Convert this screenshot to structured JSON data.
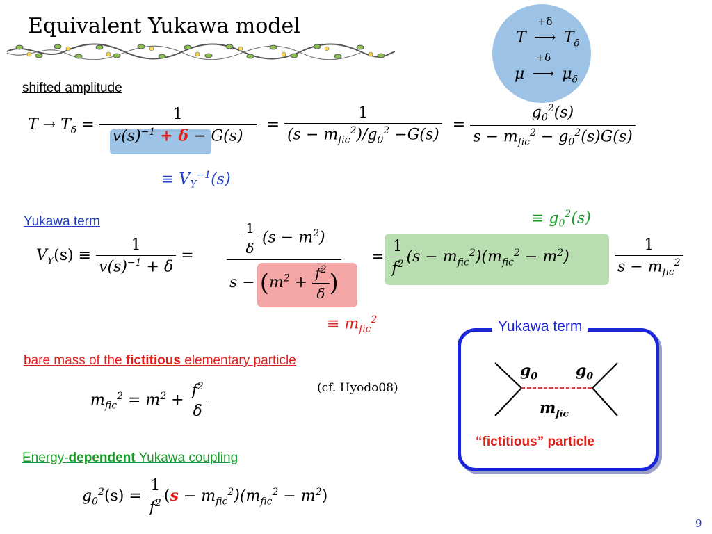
{
  "slide": {
    "title": "Equivalent Yukawa model",
    "page_number": "9"
  },
  "circle": {
    "line1_lhs": "T",
    "line1_over": "+δ",
    "line1_rhs": "T",
    "line2_lhs": "μ",
    "line2_over": "+δ",
    "line2_rhs": "μ",
    "subscript": "δ"
  },
  "section_shifted": {
    "label": "shifted amplitude",
    "lhs": "T → T",
    "lhs_sub": "δ",
    "eq": "=",
    "f1_num": "1",
    "f1_den_a": "v(s)",
    "f1_den_a_sup": "−1",
    "f1_den_b": "+ δ",
    "f1_den_c": "− G(s)",
    "f2_num": "1",
    "f2_den": "(s − m",
    "f2_den_sub": "fic",
    "f2_den_sup": "2",
    "f2_den_rest": ")/g",
    "f2_den_rest_sub": "0",
    "f2_den_rest_sup": "2",
    "f2_den_tail": " −G(s)",
    "f3_num": "g",
    "f3_num_sub": "0",
    "f3_num_sup": "2",
    "f3_num_tail": "(s)",
    "f3_den": "s − m",
    "f3_den_sub": "fic",
    "f3_den_sup": "2",
    "f3_den_mid": " − g",
    "f3_den_mid_sub": "0",
    "f3_den_mid_sup": "2",
    "f3_den_tail": "(s)G(s)",
    "vy_note": "≡ V",
    "vy_note_sub": "Y",
    "vy_note_sup": "−1",
    "vy_note_tail": "(s)"
  },
  "section_yukawa": {
    "label": "Yukawa term",
    "lhs": "V",
    "lhs_sub": "Y",
    "lhs_tail": "(s) ≡",
    "f1_num": "1",
    "f1_den": "v(s)",
    "f1_den_sup": "−1",
    "f1_den_tail": " + δ",
    "eq": "=",
    "f2_num_a": "1",
    "f2_num_b": "δ",
    "f2_num_tail": "(s − m",
    "f2_num_sup": "2",
    "f2_num_end": ")",
    "f2_den_a": "s −",
    "f2_den_m": "m",
    "f2_den_m_sup": "2",
    "f2_den_plus": " +",
    "f2_den_f": "f",
    "f2_den_f_sup": "2",
    "f2_den_d": "δ",
    "g0_note": "≡ g",
    "g0_note_sub": "0",
    "g0_note_sup": "2",
    "g0_note_tail": "(s)",
    "green_num": "1",
    "green_den": "f",
    "green_den_sup": "2",
    "green_tail": "(s − m",
    "green_sub": "fic",
    "green_sup": "2",
    "green_mid": ")(m",
    "green_mid_sub": "fic",
    "green_mid_sup": "2",
    "green_end": " − m",
    "green_end_sup": "2",
    "green_close": ")",
    "last_num": "1",
    "last_den": "s − m",
    "last_den_sub": "fic",
    "last_den_sup": "2",
    "mfic_note": "≡ m",
    "mfic_note_sub": "fic",
    "mfic_note_sup": "2"
  },
  "section_bare": {
    "label_a": "bare mass of the ",
    "label_b": "fictitious",
    "label_c": " elementary particle",
    "lhs": "m",
    "lhs_sub": "fic",
    "lhs_sup": "2",
    "rhs": " = m",
    "rhs_sup": "2",
    "plus": " +",
    "f_num": "f",
    "f_num_sup": "2",
    "f_den": "δ",
    "cite": "(cf. Hyodo08)"
  },
  "section_energy": {
    "label_a": "Energy-",
    "label_b": "dependent",
    "label_c": " Yukawa coupling",
    "lhs": "g",
    "lhs_sub": "0",
    "lhs_sup": "2",
    "lhs_tail": "(s) =",
    "f_num": "1",
    "f_den": "f",
    "f_den_sup": "2",
    "open": "(",
    "s_red": "s",
    "mid": " − m",
    "mid_sub": "fic",
    "mid_sup": "2",
    "mid2": ")(m",
    "mid2_sub": "fic",
    "mid2_sup": "2",
    "end": " − m",
    "end_sup": "2",
    "close": ")"
  },
  "diagram_box": {
    "title": "Yukawa term",
    "g_left": "g",
    "g_left_sub": "0",
    "g_right": "g",
    "g_right_sub": "0",
    "m": "m",
    "m_sub": "fic",
    "caption": "“fictitious” particle"
  },
  "colors": {
    "blue_label": "#1f3fbf",
    "red_label": "#e0201b",
    "green_label": "#1a9a2a",
    "blue_box": "#1a24d8",
    "circle_fill": "#9cc3e6",
    "highlight_blue": "#9dc3e6",
    "highlight_red": "#f4a6a6",
    "highlight_green": "#b7ddb0"
  }
}
